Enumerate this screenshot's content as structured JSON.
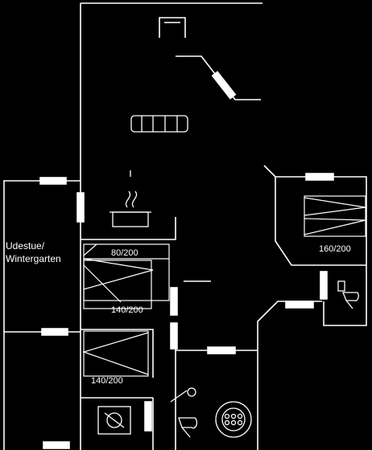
{
  "plan": {
    "room_label": "Udestue/ Wintergarten",
    "beds": [
      {
        "size": "160/200"
      },
      {
        "size": "80/200"
      },
      {
        "size": "140/200"
      },
      {
        "size": "140/200"
      }
    ],
    "icons": [
      "fireplace-icon",
      "sofa-icon",
      "stove-icon",
      "toilet-icon",
      "shower-icon",
      "washing-machine-icon",
      "sauna-icon"
    ],
    "colors": {
      "background": "#000000",
      "lines": "#ffffff"
    }
  }
}
